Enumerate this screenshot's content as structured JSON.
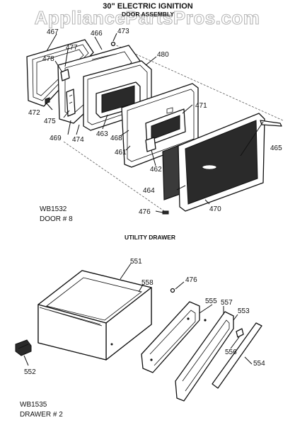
{
  "watermark": "AppliancePartsPros.com",
  "title": "30\" ELECTRIC IGNITION",
  "subtitle": "DOOR ASSEMBLY",
  "section_utility": "UTILITY DRAWER",
  "ref_door": {
    "line1": "WB1532",
    "line2": "DOOR # 8"
  },
  "ref_drawer": {
    "line1": "WB1535",
    "line2": "DRAWER # 2"
  },
  "callouts_door": {
    "p467": "467",
    "p466": "466",
    "p473": "473",
    "p478": "478",
    "p477": "477",
    "p480": "480",
    "p472": "472",
    "p475": "475",
    "p469": "469",
    "p474": "474",
    "p463": "463",
    "p468": "468",
    "p471": "471",
    "p461": "461",
    "p462": "462",
    "p465": "465",
    "p464": "464",
    "p476": "476",
    "p470": "470"
  },
  "callouts_drawer": {
    "p551": "551",
    "p558": "558",
    "p476": "476",
    "p555": "555",
    "p557": "557",
    "p553": "553",
    "p556": "556",
    "p554": "554",
    "p552": "552"
  }
}
